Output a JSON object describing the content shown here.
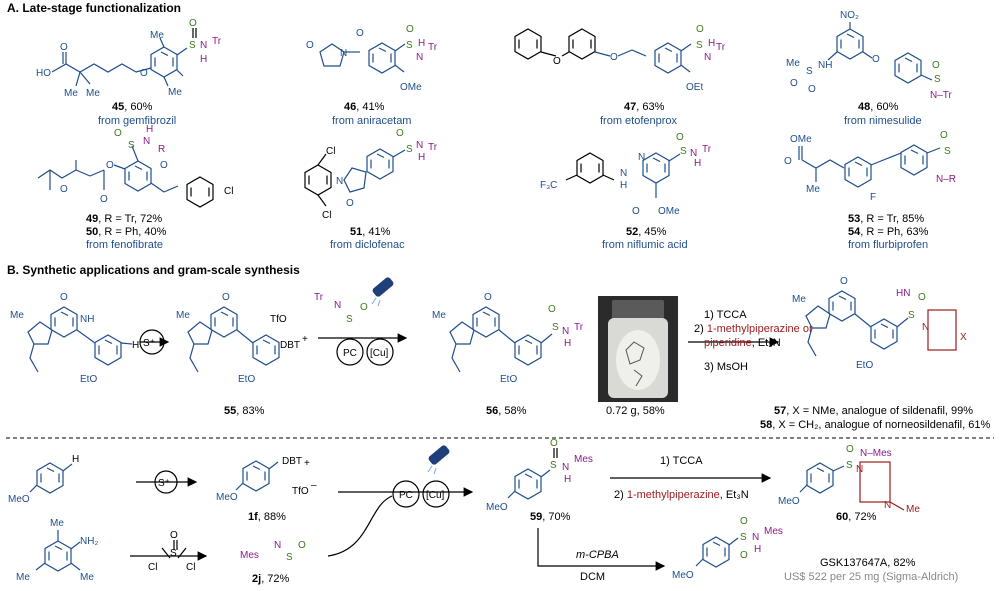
{
  "sectionA": {
    "title": "A. Late-stage functionalization"
  },
  "sectionB": {
    "title": "B. Synthetic applications and gram-scale synthesis"
  },
  "compounds": [
    {
      "num": "45",
      "yield": ", 60%",
      "source": "from gemfibrozil"
    },
    {
      "num": "46",
      "yield": ", 41%",
      "source": "from aniracetam"
    },
    {
      "num": "47",
      "yield": ", 63%",
      "source": "from etofenprox"
    },
    {
      "num": "48",
      "yield": ", 60%",
      "source": "from nimesulide"
    },
    {
      "num": "51",
      "yield": ", 41%",
      "source": "from diclofenac"
    },
    {
      "num": "52",
      "yield": ", 45%",
      "source": "from niflumic acid"
    }
  ],
  "c49": {
    "num": "49",
    "rest": ", R = Tr, 72%"
  },
  "c50": {
    "num": "50",
    "rest": ", R = Ph, 40%"
  },
  "c49src": "from fenofibrate",
  "c53": {
    "num": "53",
    "rest": ", R = Tr, 85%"
  },
  "c54": {
    "num": "54",
    "rest": ", R = Ph, 63%"
  },
  "c53src": "from flurbiprofen",
  "row1": {
    "s_plus": "S⁺",
    "c55": {
      "num": "55",
      "rest": ", 83%"
    },
    "c56": {
      "num": "56",
      "rest": ", 58%"
    },
    "photo_caption": "0.72 g, 58%",
    "steps": [
      "1) TCCA",
      "2) ",
      "1-methylpiperazine or",
      "piperidine",
      ", Et₃N",
      "3) MsOH"
    ],
    "c57": {
      "num": "57",
      "rest": ", X = NMe, analogue of sildenafil, 99%"
    },
    "c58": {
      "num": "58",
      "rest": ", X = CH₂, analogue of norneosildenafil, 61%"
    }
  },
  "row2": {
    "s_plus": "S⁺",
    "c1f": {
      "num": "1f",
      "rest": ", 88%"
    },
    "c2j": {
      "num": "2j",
      "rest": ", 72%"
    },
    "c59": {
      "num": "59",
      "rest": ", 70%"
    },
    "steps_a": [
      "1) TCCA",
      "2) ",
      "1-methylpiperazine",
      ", Et₃N"
    ],
    "c60": {
      "num": "60",
      "rest": ", 72%"
    },
    "mcpba": "m-CPBA",
    "dcm": "DCM",
    "gsk": "GSK137647A, 82%",
    "price": "US$ 522 per 25 mg (Sigma-Aldrich)"
  },
  "labels": {
    "pc": "PC",
    "cu": "[Cu]",
    "me": "Me",
    "tr": "Tr",
    "mes": "Mes",
    "dbt": "DBT",
    "tfo": "TfO",
    "meo": "MeO",
    "ho": "HO",
    "eto": "EtO",
    "ome": "OMe",
    "oet": "OEt",
    "no2": "NO₂",
    "cl": "Cl",
    "f": "F",
    "f3c": "F₃C",
    "o": "O",
    "n": "N",
    "nh": "NH",
    "h": "H",
    "s": "S",
    "r": "R",
    "x": "X",
    "hn": "HN",
    "nh2": "NH₂",
    "n_h": "N–H",
    "n_r": "N–R",
    "n_tr": "N–Tr",
    "n_mes": "N–Mes",
    "plus": "+",
    "minus": "–"
  }
}
